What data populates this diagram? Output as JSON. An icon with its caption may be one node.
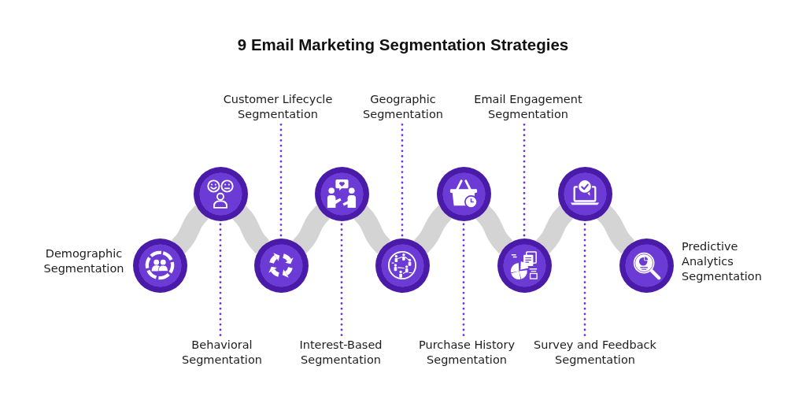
{
  "diagram": {
    "title": "9 Email Marketing Segmentation Strategies",
    "nodes": [
      {
        "text": [],
        "shape": "circle",
        "beside": [
          "Demographic Segmentation"
        ]
      },
      {
        "text": [],
        "shape": "circle"
      },
      {
        "text": [],
        "shape": "circle"
      },
      {
        "text": [],
        "shape": "circle"
      },
      {
        "text": [],
        "shape": "circle"
      },
      {
        "text": [],
        "shape": "circle"
      },
      {
        "text": [],
        "shape": "circle"
      },
      {
        "text": [],
        "shape": "circle"
      },
      {
        "text": [],
        "shape": "circle",
        "beside": [
          "Predictive Analytics Segmentation"
        ]
      },
      {
        "text": [
          "Behavioral Segmentation"
        ]
      },
      {
        "text": [
          "Customer Lifecycle Segmentation"
        ]
      },
      {
        "text": [
          "Interest-Based Segmentation"
        ]
      },
      {
        "text": [
          "Geographic Segmentation"
        ]
      },
      {
        "text": [
          "Purchase History Segmentation"
        ]
      },
      {
        "text": [
          "Email Engagement Segmentation"
        ]
      },
      {
        "text": [
          "Survey and Feedback Segmentation"
        ]
      }
    ],
    "edges": [
      {
        "from": 0,
        "to": 1,
        "arrow": "none"
      },
      {
        "from": 1,
        "to": 2,
        "arrow": "none"
      },
      {
        "from": 2,
        "to": 3,
        "arrow": "none"
      },
      {
        "from": 3,
        "to": 4,
        "arrow": "none"
      },
      {
        "from": 4,
        "to": 5,
        "arrow": "none"
      },
      {
        "from": 5,
        "to": 6,
        "arrow": "none"
      },
      {
        "from": 6,
        "to": 7,
        "arrow": "none"
      },
      {
        "from": 7,
        "to": 8,
        "arrow": "none"
      },
      {
        "from": 9,
        "to": 1,
        "arrow": "none",
        "style": "dashed",
        "color": "#6a32e0"
      },
      {
        "from": 10,
        "to": 2,
        "arrow": "none",
        "style": "dashed",
        "color": "#6a32e0"
      },
      {
        "from": 11,
        "to": 3,
        "arrow": "none",
        "style": "dashed",
        "color": "#6a32e0"
      },
      {
        "from": 12,
        "to": 4,
        "arrow": "none",
        "style": "dashed",
        "color": "#6a32e0"
      },
      {
        "from": 13,
        "to": 5,
        "arrow": "none",
        "style": "dashed",
        "color": "#6a32e0"
      },
      {
        "from": 14,
        "to": 6,
        "arrow": "none",
        "style": "dashed",
        "color": "#6a32e0"
      },
      {
        "from": 15,
        "to": 7,
        "arrow": "none",
        "style": "dashed",
        "color": "#6a32e0"
      }
    ]
  }
}
